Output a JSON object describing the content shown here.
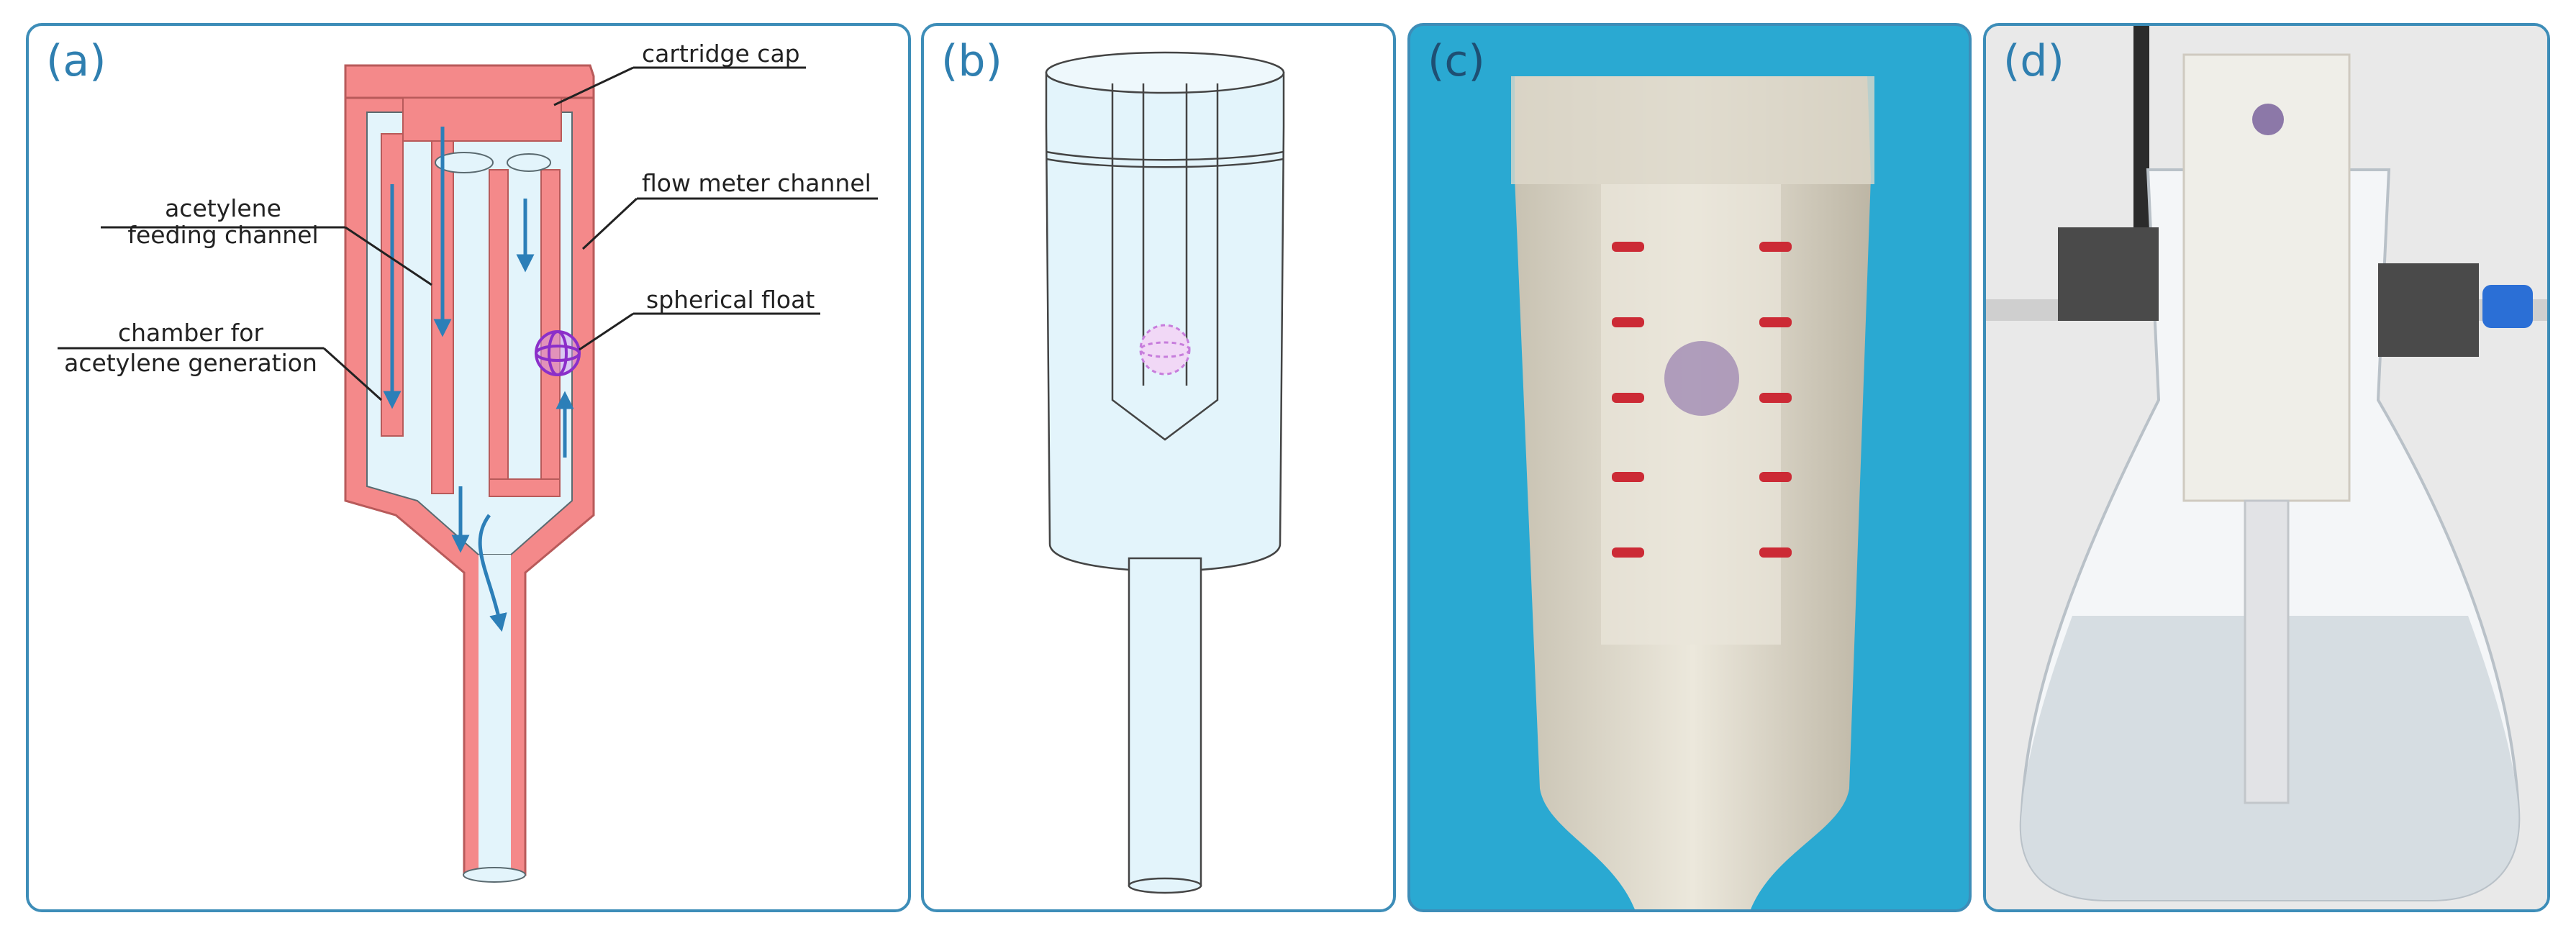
{
  "panels": [
    {
      "label": "(a)"
    },
    {
      "label": "(b)"
    },
    {
      "label": "(c)"
    },
    {
      "label": "(d)"
    }
  ],
  "annotations": {
    "cartridge_cap": "cartridge cap",
    "flow_meter_channel": "flow meter channel",
    "acetylene_feeding_channel_line1": "acetylene",
    "acetylene_feeding_channel_line2": "feeding channel",
    "spherical_float": "spherical float",
    "chamber_line1": "chamber for",
    "chamber_line2": "acetylene generation"
  },
  "colors": {
    "border": "#3d8db8",
    "wall": "#f4898a",
    "channel": "#e3f4fb",
    "arrow": "#2c7fb8",
    "float": "#8b2fc9",
    "panel_c_background": "#2aa9d2"
  }
}
